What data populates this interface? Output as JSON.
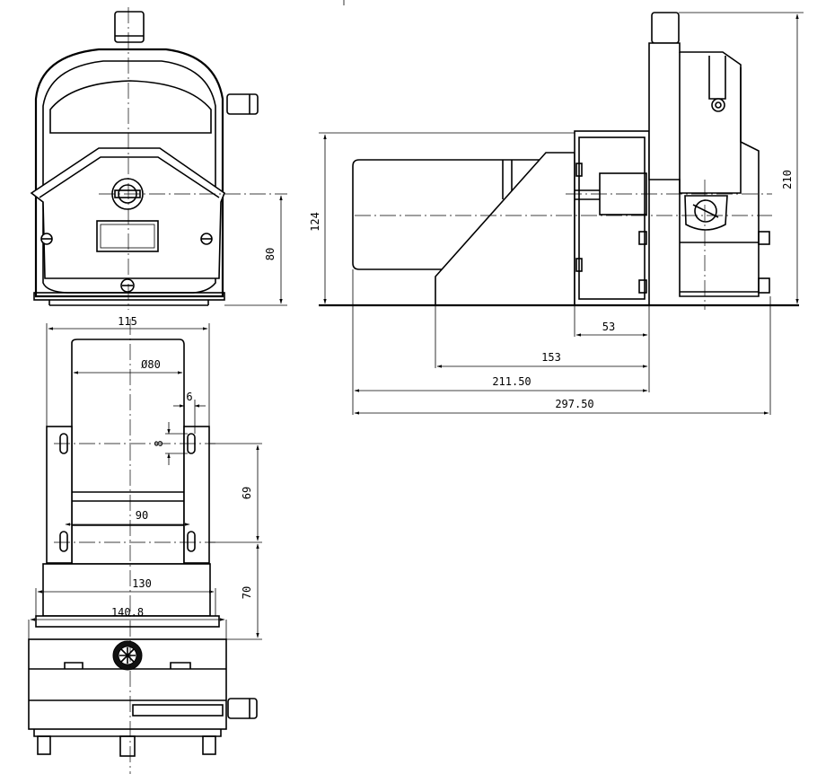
{
  "drawing": {
    "front_view": {
      "dim_height_label": "80"
    },
    "side_view": {
      "dim_height_total_label": "210",
      "dim_height_motor_label": "124",
      "dim_53_label": "53",
      "dim_153_label": "153",
      "dim_211_label": "211.50",
      "dim_297_label": "297.50"
    },
    "top_view": {
      "dim_115_label": "115",
      "dim_d80_label": "Ø80",
      "dim_6_label": "6",
      "dim_8_label": "8",
      "dim_69_label": "69",
      "dim_90_label": "90",
      "dim_130_label": "130",
      "dim_70_label": "70",
      "dim_140_label": "140.8"
    }
  }
}
